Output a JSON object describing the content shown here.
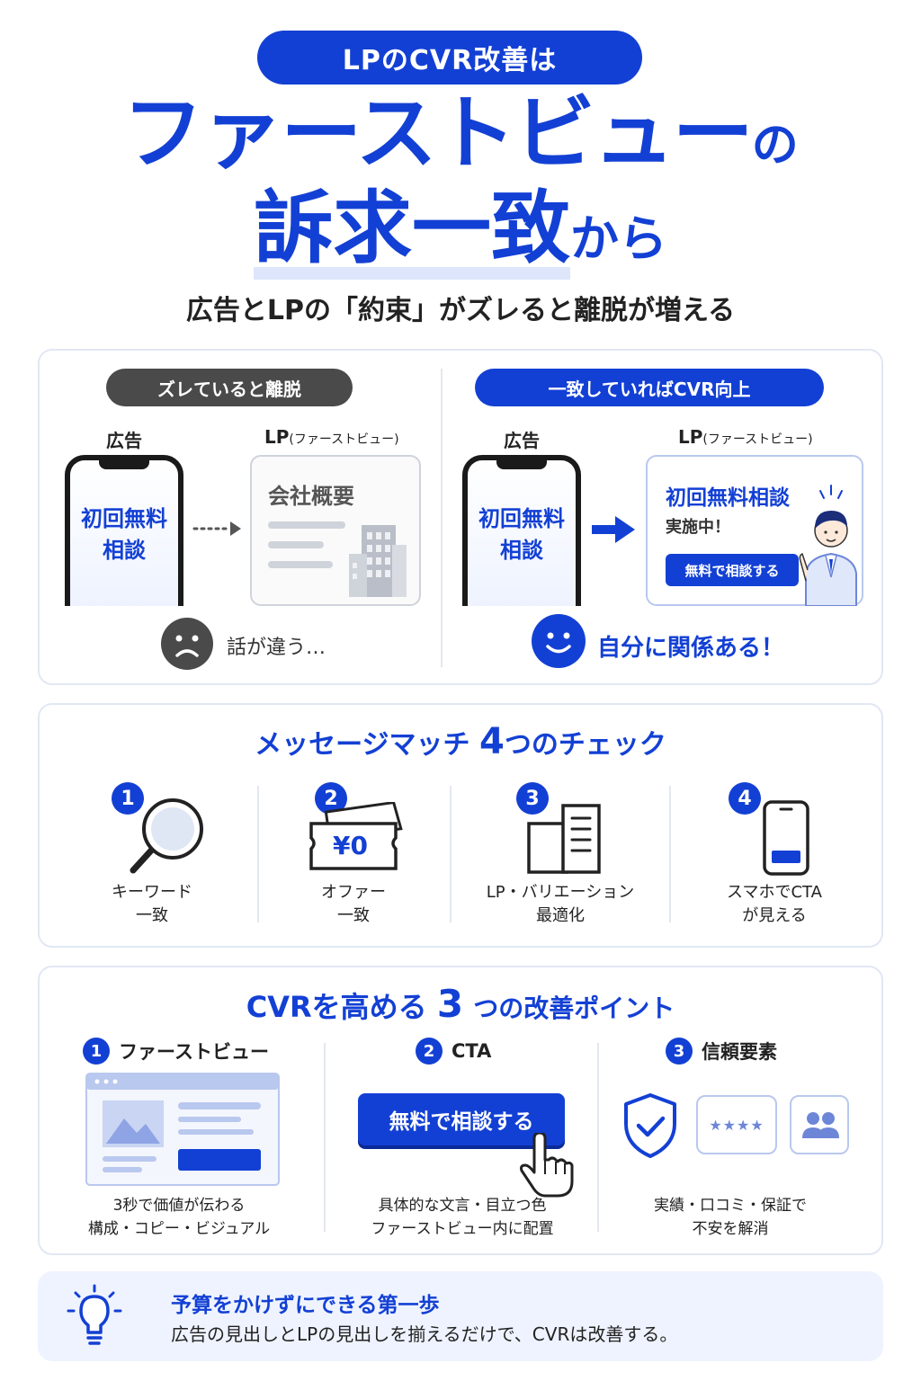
{
  "header": {
    "pill": "LPのCVR改善は",
    "title_line1_main": "ファーストビュー",
    "title_line1_suffix": "の",
    "title_line2_main": "訴求一致",
    "title_line2_suffix": "から",
    "subtitle": "広告とLPの「約束」がズレると離脱が増える"
  },
  "comparison": {
    "bad": {
      "tag": "ズレていると離脱",
      "ad_label": "広告",
      "lp_label": "LP",
      "lp_label_sub": "(ファーストビュー)",
      "phone_text_1": "初回無料",
      "phone_text_2": "相談",
      "lp_heading": "会社概要",
      "reaction": "話が違う…",
      "face_icon": "sad-face-icon"
    },
    "good": {
      "tag": "一致していればCVR向上",
      "ad_label": "広告",
      "lp_label": "LP",
      "lp_label_sub": "(ファーストビュー)",
      "phone_text_1": "初回無料",
      "phone_text_2": "相談",
      "lp_heading": "初回無料相談",
      "lp_sub": "実施中！",
      "lp_button": "無料で相談する",
      "reaction": "自分に関係ある！",
      "face_icon": "smile-face-icon"
    }
  },
  "checks": {
    "title_a": "メッセージマッチ",
    "title_num": "4",
    "title_b": "つのチェック",
    "items": [
      {
        "num": "1",
        "line1": "キーワード",
        "line2": "一致",
        "icon": "magnifier-icon"
      },
      {
        "num": "2",
        "line1": "オファー",
        "line2": "一致",
        "icon": "ticket-icon",
        "ticket_text": "¥0"
      },
      {
        "num": "3",
        "line1": "LP・バリエーション",
        "line2": "最適化",
        "icon": "pages-icon"
      },
      {
        "num": "4",
        "line1": "スマホでCTA",
        "line2": "が見える",
        "icon": "smartphone-icon"
      }
    ]
  },
  "points": {
    "title_a": "CVRを高める",
    "title_num": "3",
    "title_b": "つの改善ポイント",
    "items": [
      {
        "num": "1",
        "head": "ファーストビュー",
        "line1": "3秒で価値が伝わる",
        "line2": "構成・コピー・ビジュアル",
        "icon": "browser-mockup-icon"
      },
      {
        "num": "2",
        "head": "CTA",
        "button": "無料で相談する",
        "line1": "具体的な文言・目立つ色",
        "line2": "ファーストビュー内に配置",
        "icon": "pointer-hand-icon"
      },
      {
        "num": "3",
        "head": "信頼要素",
        "stars": "★★★★",
        "line1": "実績・口コミ・保証で",
        "line2": "不安を解消",
        "icon": "shield-check-icon"
      }
    ]
  },
  "tip": {
    "title": "予算をかけずにできる第一歩",
    "text": "広告の見出しとLPの見出しを揃えるだけで、CVRは改善する。",
    "icon": "lightbulb-icon"
  },
  "colors": {
    "brand": "#1340d4",
    "dark_tag": "#4a4a4a",
    "light_bg": "#eef3ff"
  }
}
